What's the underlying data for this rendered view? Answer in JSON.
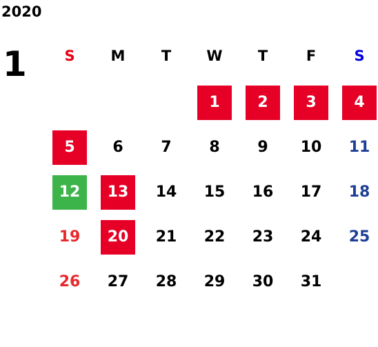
{
  "year": "2020",
  "month": "1",
  "colors": {
    "holiday_bg": "#e60026",
    "special_bg": "#3cb44a",
    "sunday_text": "#e8282b",
    "saturday_text": "#1f3f94"
  },
  "weekdays": [
    {
      "label": "S",
      "style": "sun"
    },
    {
      "label": "M",
      "style": ""
    },
    {
      "label": "T",
      "style": ""
    },
    {
      "label": "W",
      "style": ""
    },
    {
      "label": "T",
      "style": ""
    },
    {
      "label": "F",
      "style": ""
    },
    {
      "label": "S",
      "style": "sat"
    }
  ],
  "weeks": [
    [
      {
        "day": "",
        "style": ""
      },
      {
        "day": "",
        "style": ""
      },
      {
        "day": "",
        "style": ""
      },
      {
        "day": "1",
        "style": "holiday"
      },
      {
        "day": "2",
        "style": "holiday"
      },
      {
        "day": "3",
        "style": "holiday"
      },
      {
        "day": "4",
        "style": "holiday"
      }
    ],
    [
      {
        "day": "5",
        "style": "holiday"
      },
      {
        "day": "6",
        "style": ""
      },
      {
        "day": "7",
        "style": ""
      },
      {
        "day": "8",
        "style": ""
      },
      {
        "day": "9",
        "style": ""
      },
      {
        "day": "10",
        "style": ""
      },
      {
        "day": "11",
        "style": "sat"
      }
    ],
    [
      {
        "day": "12",
        "style": "special"
      },
      {
        "day": "13",
        "style": "holiday"
      },
      {
        "day": "14",
        "style": ""
      },
      {
        "day": "15",
        "style": ""
      },
      {
        "day": "16",
        "style": ""
      },
      {
        "day": "17",
        "style": ""
      },
      {
        "day": "18",
        "style": "sat"
      }
    ],
    [
      {
        "day": "19",
        "style": "sun"
      },
      {
        "day": "20",
        "style": "holiday"
      },
      {
        "day": "21",
        "style": ""
      },
      {
        "day": "22",
        "style": ""
      },
      {
        "day": "23",
        "style": ""
      },
      {
        "day": "24",
        "style": ""
      },
      {
        "day": "25",
        "style": "sat"
      }
    ],
    [
      {
        "day": "26",
        "style": "sun"
      },
      {
        "day": "27",
        "style": ""
      },
      {
        "day": "28",
        "style": ""
      },
      {
        "day": "29",
        "style": ""
      },
      {
        "day": "30",
        "style": ""
      },
      {
        "day": "31",
        "style": ""
      },
      {
        "day": "",
        "style": ""
      }
    ]
  ]
}
